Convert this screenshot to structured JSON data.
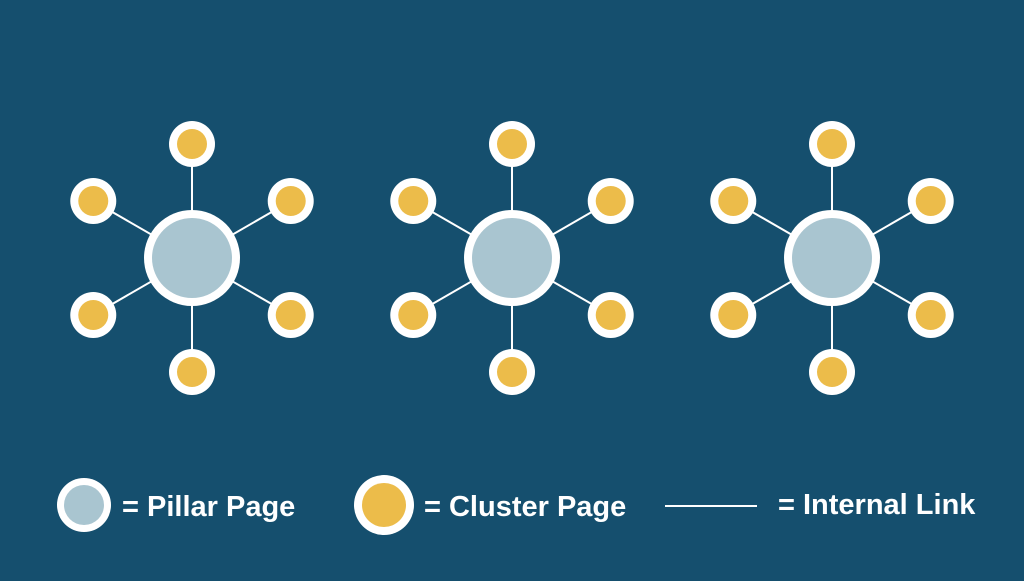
{
  "colors": {
    "background": "#154f6e",
    "pillar_fill": "#a9c5d0",
    "cluster_fill": "#ecbc4a",
    "ring": "#ffffff",
    "link": "#ffffff",
    "text": "#ffffff"
  },
  "diagram": {
    "clusters": [
      {
        "pillar": "pillar-page",
        "cluster_pages": 6
      },
      {
        "pillar": "pillar-page",
        "cluster_pages": 6
      },
      {
        "pillar": "pillar-page",
        "cluster_pages": 6
      }
    ]
  },
  "legend": {
    "pillar_label": "= Pillar Page",
    "cluster_label": "= Cluster Page",
    "link_label": "= Internal Link"
  }
}
